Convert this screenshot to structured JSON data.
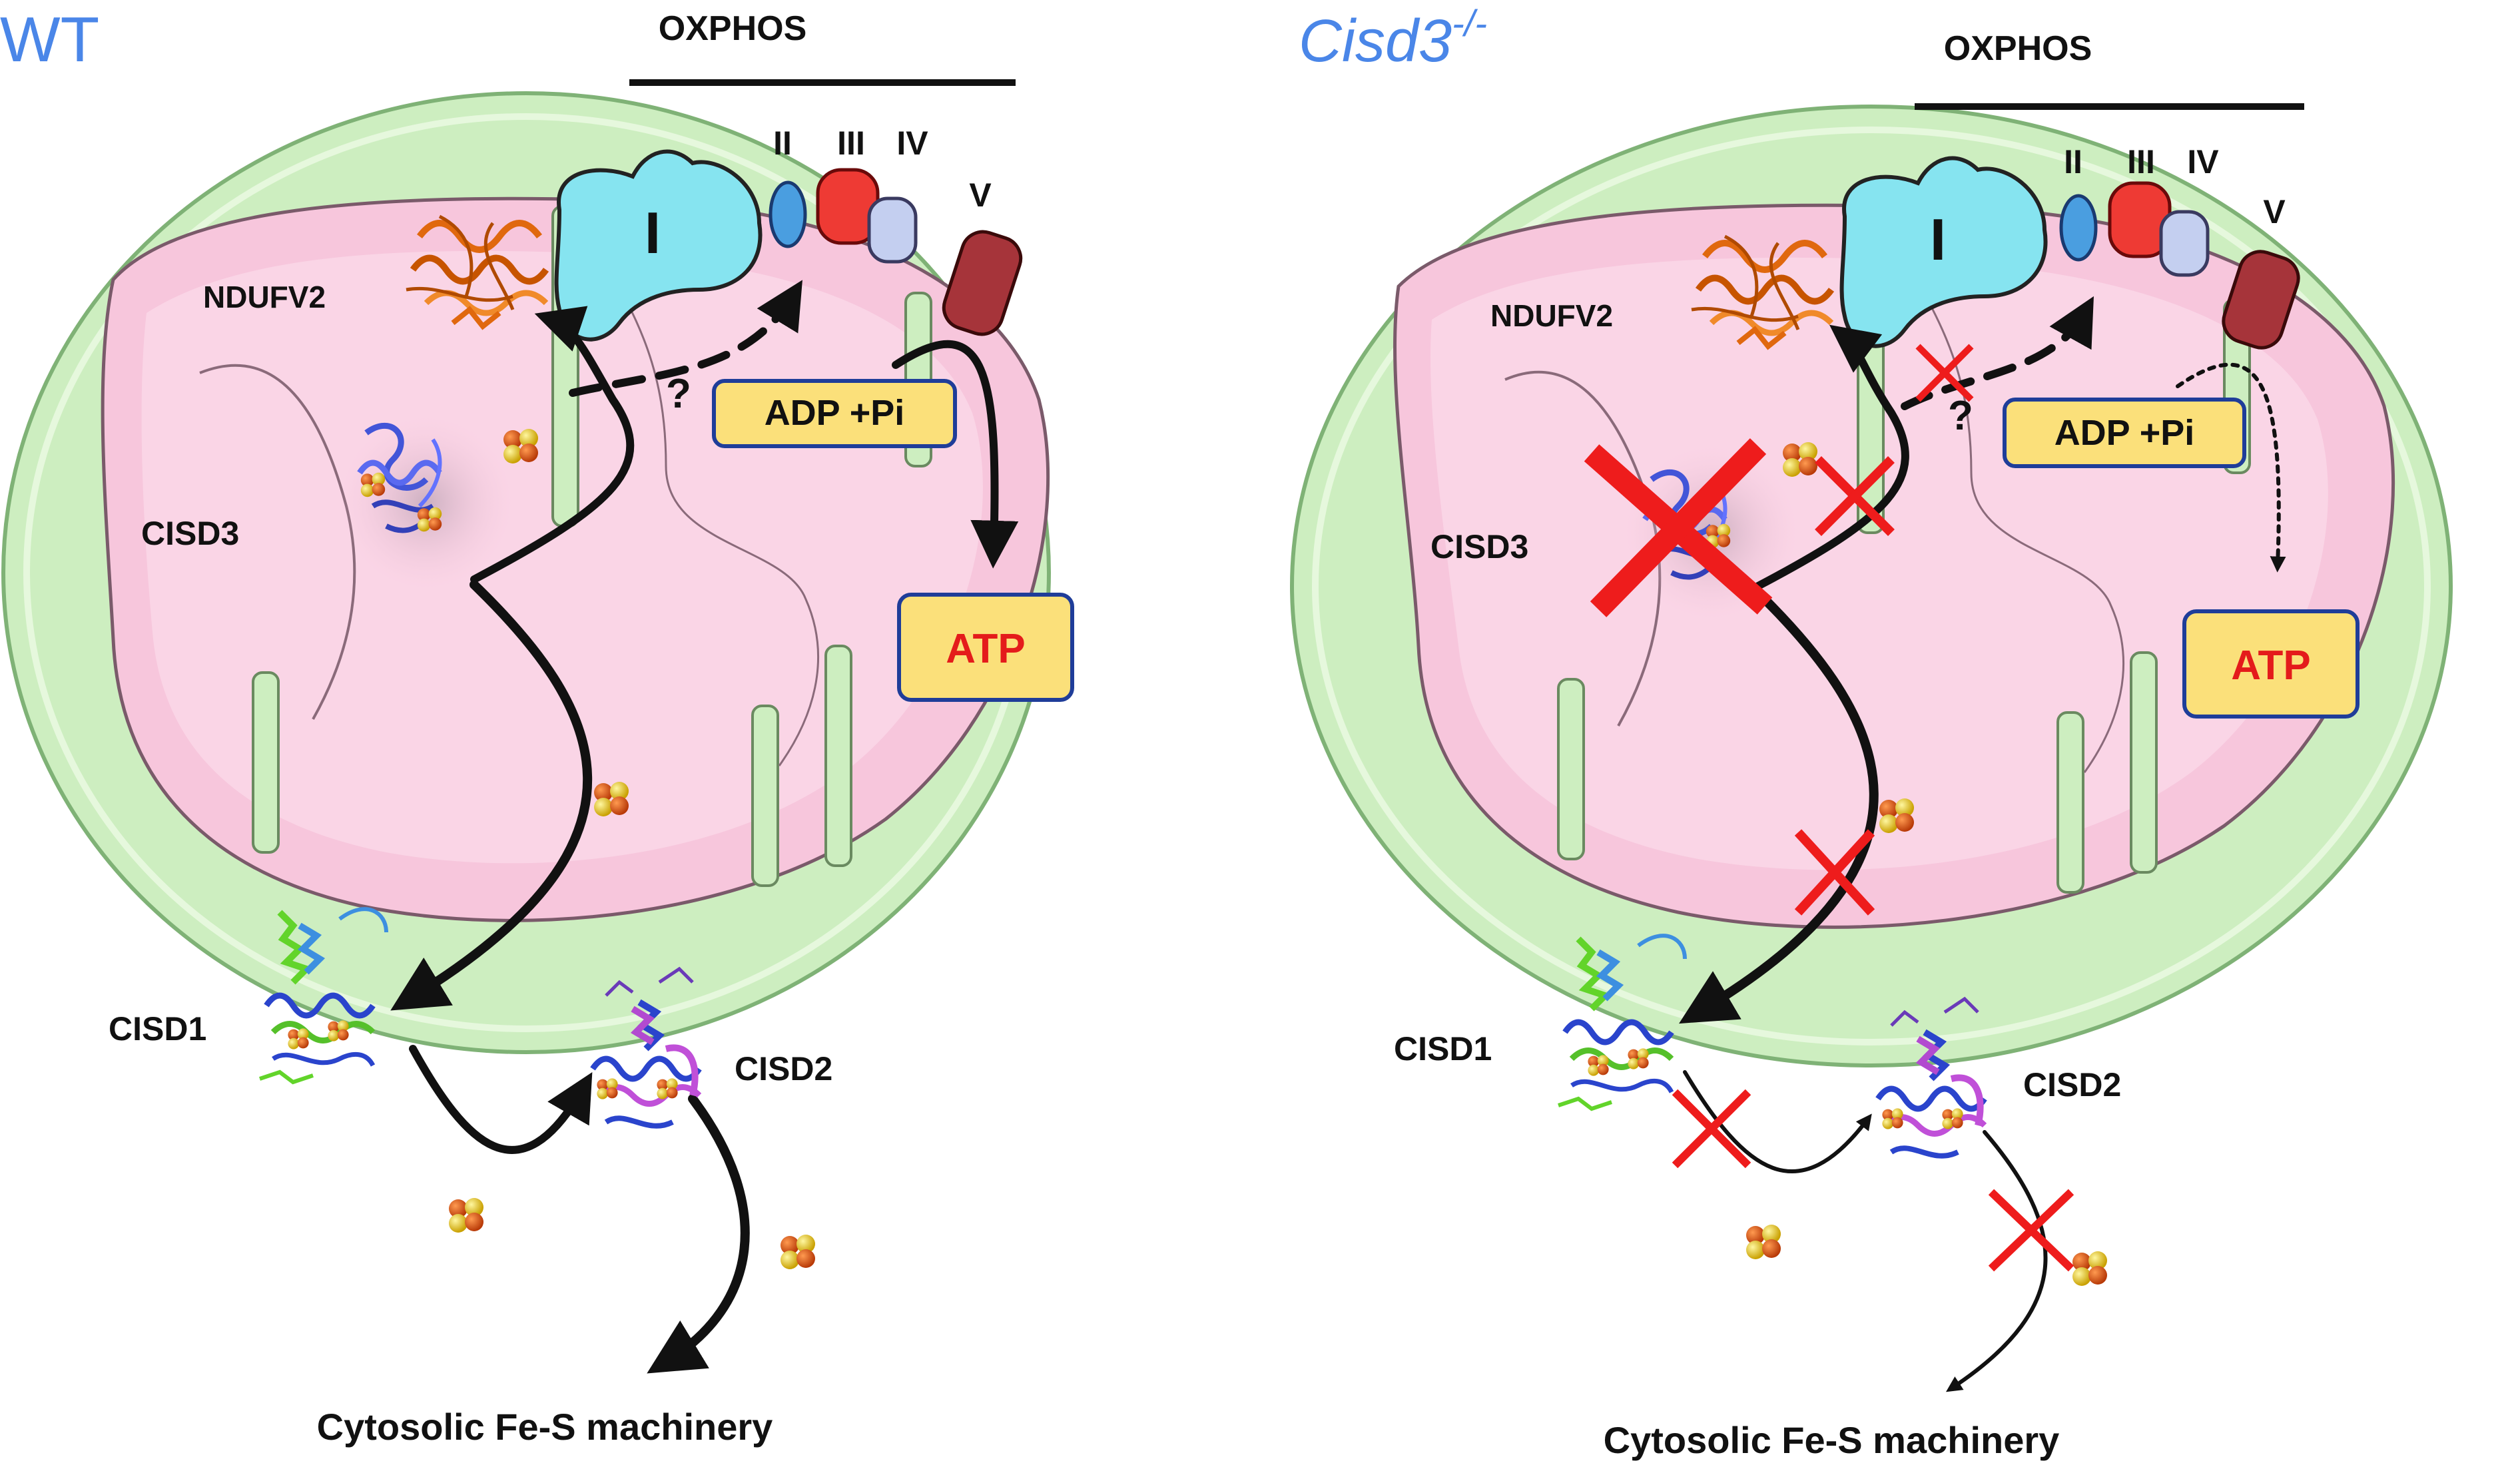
{
  "panels": [
    {
      "id": "wt",
      "title": "WT",
      "title_italic": false,
      "oxphos": "OXPHOS",
      "complex_I": "I",
      "complex_II": "II",
      "complex_III": "III",
      "complex_IV": "IV",
      "complex_V": "V",
      "ndufv2": "NDUFV2",
      "cisd3": "CISD3",
      "cisd1": "CISD1",
      "cisd2": "CISD2",
      "question": "?",
      "adp": "ADP +Pi",
      "atp": "ATP",
      "cytosolic": "Cytosolic Fe-S machinery"
    },
    {
      "id": "ko",
      "title_main": "Cisd3",
      "title_sup": "-/-",
      "title_italic": true,
      "oxphos": "OXPHOS",
      "complex_I": "I",
      "complex_II": "II",
      "complex_III": "III",
      "complex_IV": "IV",
      "complex_V": "V",
      "ndufv2": "NDUFV2",
      "cisd3": "CISD3",
      "cisd1": "CISD1",
      "cisd2": "CISD2",
      "question": "?",
      "adp": "ADP +Pi",
      "atp": "ATP",
      "cytosolic": "Cytosolic Fe-S machinery"
    }
  ],
  "colors": {
    "outer_membrane": "#cdeec0",
    "matrix": "#f7c6dc",
    "complex_I": "#86e4f0",
    "complex_II": "#4a9ee0",
    "complex_III": "#ee3a34",
    "complex_IV": "#c4cff0",
    "complex_V": "#a6343a",
    "title": "#4a86e8",
    "box_fill": "#fbe07a",
    "box_border": "#1f3d99",
    "atp_text": "#e41b1b",
    "x_mark": "#ee1c1c"
  }
}
